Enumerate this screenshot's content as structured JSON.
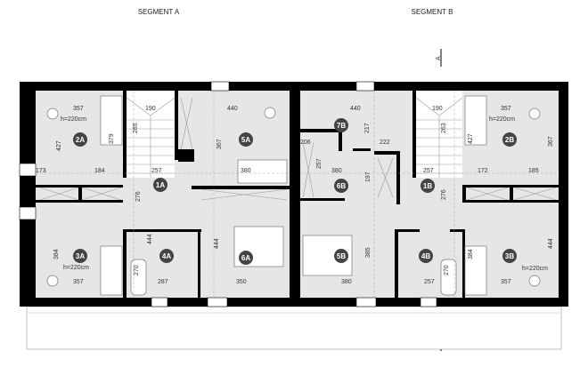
{
  "segments": {
    "a": "SEGMENT A",
    "b": "SEGMENT B"
  },
  "section_marker": "A",
  "colors": {
    "walls": "#000000",
    "rooms": "#e6e6e6",
    "stairs": "#ffffff",
    "room_badge": "#444444"
  },
  "rooms_a": [
    "1A",
    "2A",
    "3A",
    "4A",
    "5A",
    "6A"
  ],
  "rooms_b": [
    "1B",
    "2B",
    "3B",
    "4B",
    "5B",
    "6B",
    "7B"
  ],
  "dims_a": [
    "357",
    "190",
    "440",
    "h=220cm",
    "427",
    "379",
    "265",
    "367",
    "173",
    "184",
    "257",
    "380",
    "276",
    "444",
    "384",
    "444",
    "h=220cm",
    "357",
    "270",
    "287",
    "350"
  ],
  "dims_b": [
    "440",
    "190",
    "357",
    "h=220cm",
    "217",
    "206",
    "222",
    "263",
    "427",
    "367",
    "257",
    "380",
    "197",
    "257",
    "172",
    "185",
    "276",
    "385",
    "444",
    "384",
    "270",
    "h=220cm",
    "380",
    "257",
    "357"
  ]
}
